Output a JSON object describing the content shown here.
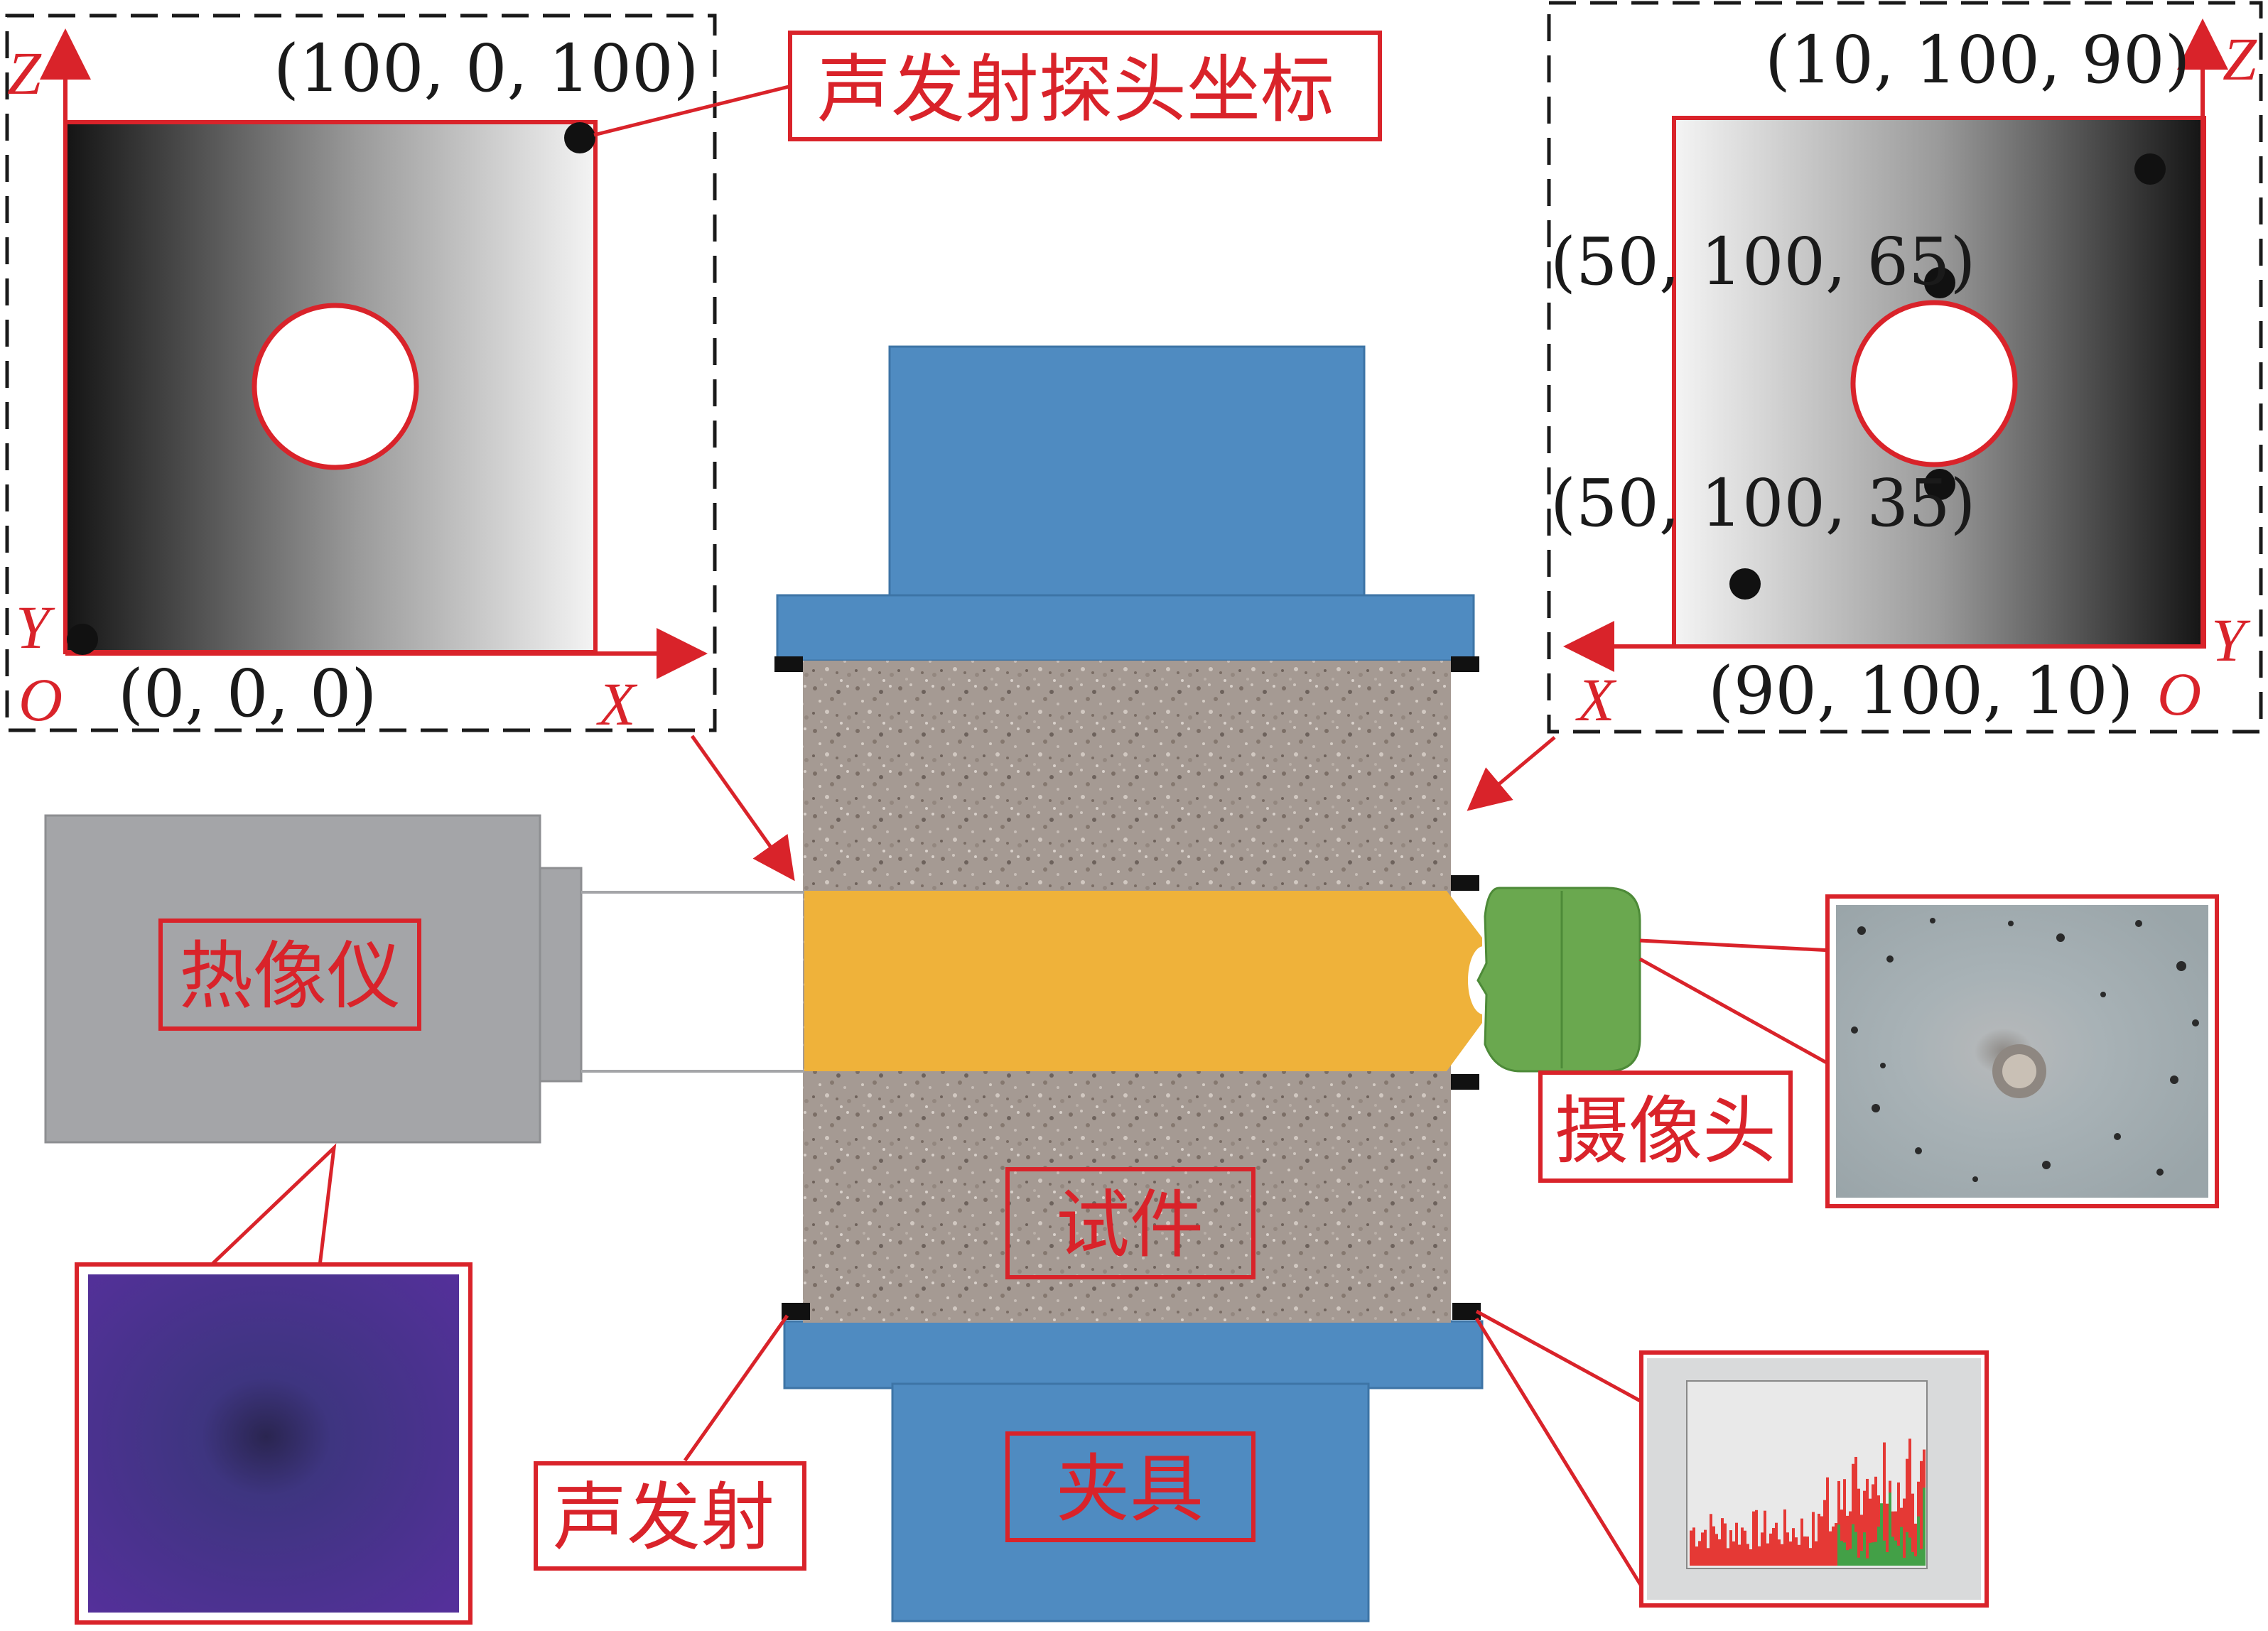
{
  "left_panel": {
    "coord_top_right": "(100, 0, 100)",
    "coord_origin": "(0, 0, 0)",
    "axis_z": "Z",
    "axis_y": "Y",
    "axis_x": "X",
    "axis_o": "O"
  },
  "right_panel": {
    "coord_top": "(10, 100, 90)",
    "coord_upper_hole": "(50, 100, 65)",
    "coord_lower_hole": "(50, 100, 35)",
    "coord_bottom": "(90, 100, 10)",
    "axis_z": "Z",
    "axis_y": "Y",
    "axis_x": "X",
    "axis_o": "O"
  },
  "labels": {
    "ae_probe_coords": "声发射探头坐标",
    "thermal_imager": "热像仪",
    "camera": "摄像头",
    "specimen": "试件",
    "fixture": "夹具",
    "acoustic_emission": "声发射"
  },
  "colors": {
    "accent_red": "#d9232a",
    "fixture_blue": "#4f8bc1",
    "borehole_orange": "#efb23a",
    "camera_green": "#6aa84f",
    "imager_gray": "#a4a5a8",
    "thermal_purple": "#4b2e95"
  },
  "icons": {
    "probe_dot": "black-dot",
    "borehole": "white-circle"
  }
}
